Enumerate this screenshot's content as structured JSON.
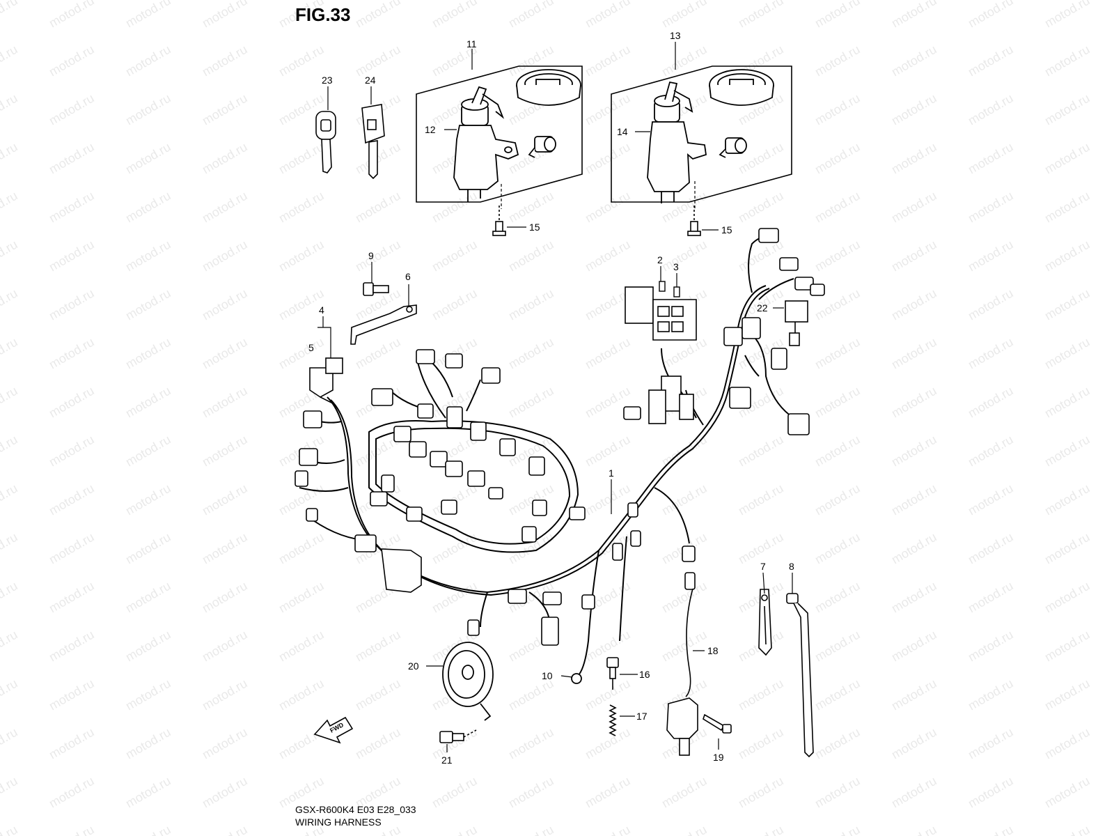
{
  "figure": {
    "title": "FIG.33",
    "model_code": "GSX-R600K4 E03 E28_033",
    "caption": "WIRING HARNESS",
    "watermark": "motod.ru",
    "fwd_label": "FWD"
  },
  "callouts": [
    {
      "id": "c1",
      "label": "1"
    },
    {
      "id": "c2",
      "label": "2"
    },
    {
      "id": "c3",
      "label": "3"
    },
    {
      "id": "c4",
      "label": "4"
    },
    {
      "id": "c5",
      "label": "5"
    },
    {
      "id": "c6",
      "label": "6"
    },
    {
      "id": "c7",
      "label": "7"
    },
    {
      "id": "c8",
      "label": "8"
    },
    {
      "id": "c9",
      "label": "9"
    },
    {
      "id": "c10",
      "label": "10"
    },
    {
      "id": "c11",
      "label": "11"
    },
    {
      "id": "c12",
      "label": "12"
    },
    {
      "id": "c13",
      "label": "13"
    },
    {
      "id": "c14",
      "label": "14"
    },
    {
      "id": "c15a",
      "label": "15"
    },
    {
      "id": "c15b",
      "label": "15"
    },
    {
      "id": "c16",
      "label": "16"
    },
    {
      "id": "c17",
      "label": "17"
    },
    {
      "id": "c18",
      "label": "18"
    },
    {
      "id": "c19",
      "label": "19"
    },
    {
      "id": "c20",
      "label": "20"
    },
    {
      "id": "c21",
      "label": "21"
    },
    {
      "id": "c22",
      "label": "22"
    },
    {
      "id": "c23",
      "label": "23"
    },
    {
      "id": "c24",
      "label": "24"
    }
  ]
}
